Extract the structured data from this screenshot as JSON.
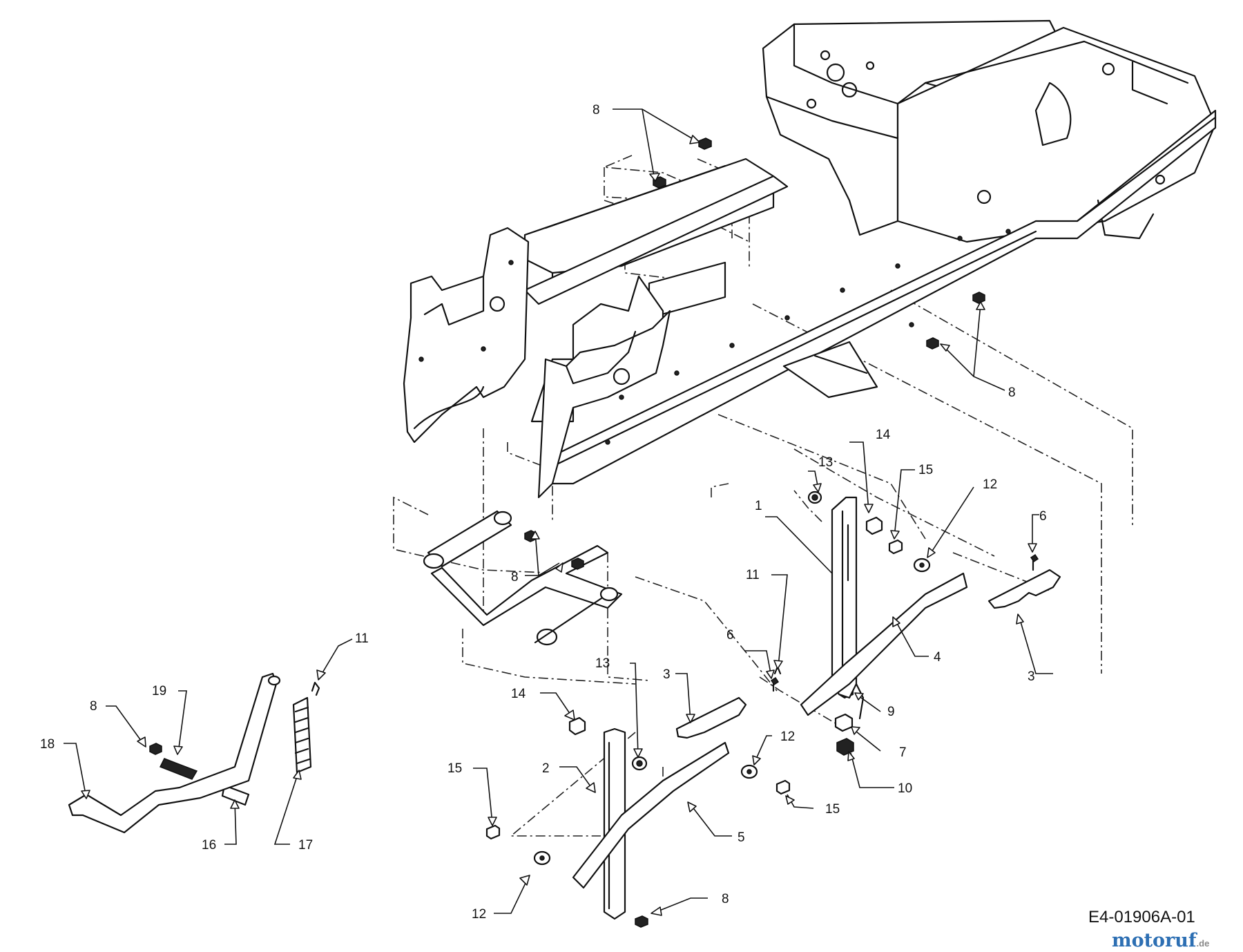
{
  "diagram": {
    "reference_code": "E4-01906A-01",
    "watermark": {
      "name": "motoruf",
      "suffix": ".de"
    },
    "callouts": [
      {
        "id": "c8a",
        "label": "8"
      },
      {
        "id": "c8b",
        "label": "8"
      },
      {
        "id": "c8c",
        "label": "8"
      },
      {
        "id": "c8d",
        "label": "8"
      },
      {
        "id": "c8e",
        "label": "8"
      },
      {
        "id": "c14a",
        "label": "14"
      },
      {
        "id": "c14b",
        "label": "14"
      },
      {
        "id": "c13a",
        "label": "13"
      },
      {
        "id": "c13b",
        "label": "13"
      },
      {
        "id": "c15a",
        "label": "15"
      },
      {
        "id": "c15b",
        "label": "15"
      },
      {
        "id": "c15c",
        "label": "15"
      },
      {
        "id": "c12a",
        "label": "12"
      },
      {
        "id": "c12b",
        "label": "12"
      },
      {
        "id": "c12c",
        "label": "12"
      },
      {
        "id": "c6a",
        "label": "6"
      },
      {
        "id": "c6b",
        "label": "6"
      },
      {
        "id": "c11a",
        "label": "11"
      },
      {
        "id": "c11b",
        "label": "11"
      },
      {
        "id": "c1",
        "label": "1"
      },
      {
        "id": "c2",
        "label": "2"
      },
      {
        "id": "c3a",
        "label": "3"
      },
      {
        "id": "c3b",
        "label": "3"
      },
      {
        "id": "c4",
        "label": "4"
      },
      {
        "id": "c5",
        "label": "5"
      },
      {
        "id": "c7",
        "label": "7"
      },
      {
        "id": "c9",
        "label": "9"
      },
      {
        "id": "c10",
        "label": "10"
      },
      {
        "id": "c16",
        "label": "16"
      },
      {
        "id": "c17",
        "label": "17"
      },
      {
        "id": "c18",
        "label": "18"
      },
      {
        "id": "c19",
        "label": "19"
      }
    ]
  }
}
